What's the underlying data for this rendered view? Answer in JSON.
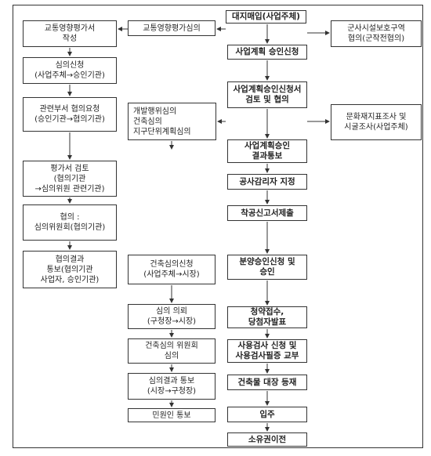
{
  "flow": {
    "main": [
      "대지매입(사업주체)",
      "사업계획 승인신청",
      "사업계획승인신청서 검토 및 협의",
      "사업계획승인\n결과통보",
      "공사감리자 지정",
      "착공신고서제출",
      "분양승인신청 및\n승인",
      "청약접수,\n당첨자발표",
      "사용검사 신청 및\n사용검사필증 교부",
      "건축물 대장 등재",
      "입주",
      "소유권이전"
    ],
    "right": [
      "군사시설보호구역\n협의(군작전협의)",
      "문화재지표조사 및\n시굴조사(사업주체)"
    ],
    "traffic": [
      "교통영향평가심의",
      "교통영향평가서\n작성",
      "심의신청\n(사업주체→승인기관)",
      "관련부서 협의요청\n(승인기관→협의기관)",
      "평가서 검토\n(협의기관\n→심의위원 관련기관)",
      "협의 :\n심의위원회(협의기관)",
      "협의결과\n통보(협의기관\n사업자, 승인기관)"
    ],
    "development": "개발행위심의\n건축심의\n지구단위계획심의",
    "building": [
      "건축심의신청\n(사업주체→시장)",
      "심의 의뢰\n(구청장→시장)",
      "건축심의 위원회\n심의",
      "심의결과 통보\n(시장→구청장)",
      "민원인 통보"
    ]
  }
}
